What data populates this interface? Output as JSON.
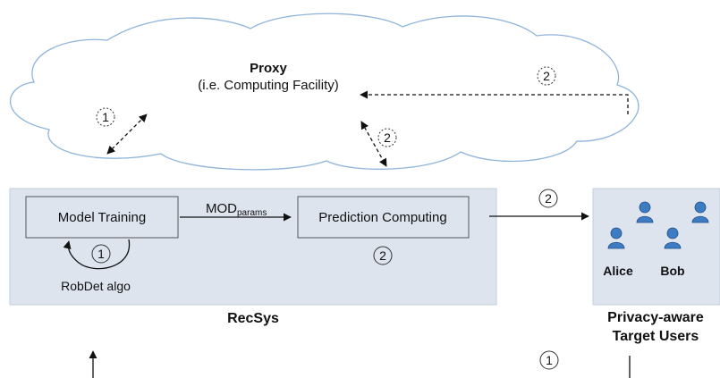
{
  "proxy": {
    "title": "Proxy",
    "subtitle": "(i.e. Computing Facility)"
  },
  "recsys": {
    "caption": "RecSys",
    "model_training": "Model Training",
    "prediction_computing": "Prediction Computing",
    "mod_main": "MOD",
    "mod_sub": "params",
    "robdet_label": "RobDet algo"
  },
  "users": {
    "alice": "Alice",
    "bob": "Bob",
    "caption_line1": "Privacy-aware",
    "caption_line2": "Target Users"
  },
  "steps": {
    "one": "1",
    "two": "2"
  }
}
